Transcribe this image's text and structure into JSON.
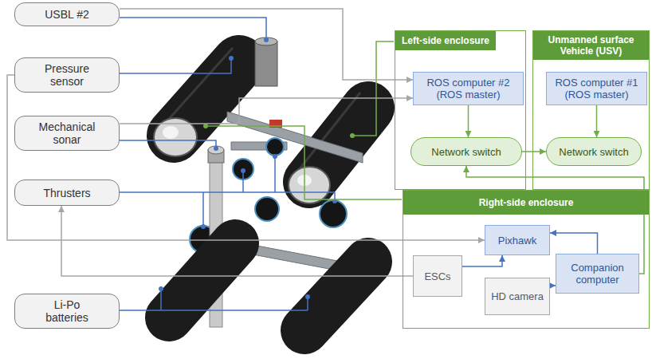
{
  "diagram": {
    "nodes": [
      {
        "text": [
          "USBL #2"
        ]
      },
      {
        "text": [
          "Pressure sensor"
        ]
      },
      {
        "text": [
          "Mechanical sonar"
        ]
      },
      {
        "text": [
          "Thrusters"
        ]
      },
      {
        "text": [
          "Li-Po batteries"
        ]
      },
      {
        "text": [
          "Left-side enclosure"
        ]
      },
      {
        "text": [
          "ROS computer #2 (ROS master)"
        ],
        "in": 5
      },
      {
        "text": [
          "Network switch"
        ],
        "in": 5
      },
      {
        "text": [
          "Unmanned surface Vehicle (USV)"
        ]
      },
      {
        "text": [
          "ROS computer #1 (ROS master)"
        ],
        "in": 8
      },
      {
        "text": [
          "Network switch"
        ],
        "in": 8
      },
      {
        "text": [
          "Right-side enclosure"
        ]
      },
      {
        "text": [
          "Pixhawk"
        ],
        "in": 11
      },
      {
        "text": [
          "ESCs"
        ],
        "in": 11
      },
      {
        "text": [
          "Companion computer"
        ],
        "in": 11
      },
      {
        "text": [
          "HD camera"
        ],
        "in": 11
      }
    ],
    "edges": [
      {
        "from": 0,
        "to": 6,
        "arrow": "to"
      },
      {
        "from": 2,
        "to": 6,
        "arrow": "to"
      },
      {
        "from": 1,
        "to": 12,
        "arrow": "to"
      },
      {
        "from": 13,
        "to": 3,
        "arrow": "to"
      },
      {
        "from": 13,
        "to": 12,
        "arrow": "to"
      },
      {
        "from": 14,
        "to": 12,
        "arrow": "to"
      },
      {
        "from": 15,
        "to": 14,
        "arrow": "to"
      },
      {
        "from": 14,
        "to": 7,
        "arrow": "to"
      },
      {
        "from": 6,
        "to": 7,
        "arrow": "to"
      },
      {
        "from": 7,
        "to": 10,
        "arrow": "to"
      },
      {
        "from": 9,
        "to": 10,
        "arrow": "to"
      }
    ]
  }
}
